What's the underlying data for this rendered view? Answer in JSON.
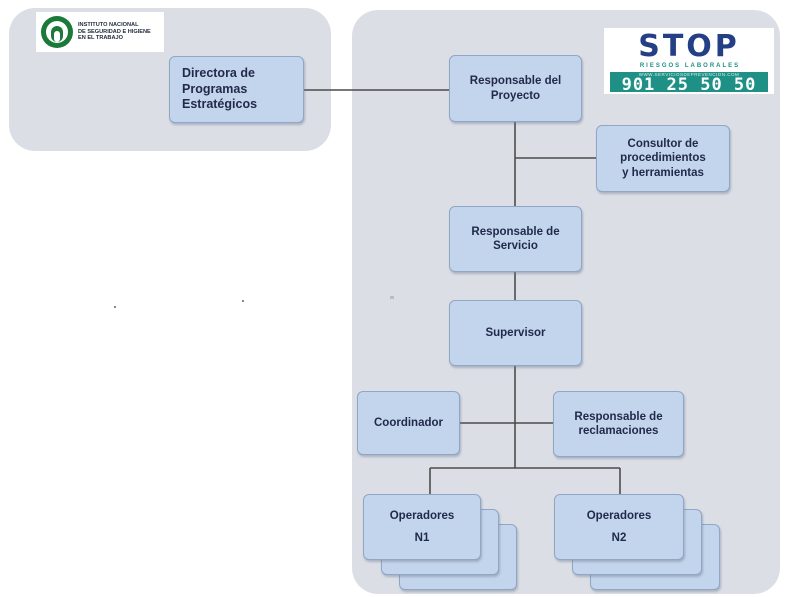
{
  "logos": {
    "insst_text": "INSTITUTO NACIONAL\nDE SEGURIDAD E HIGIENE\nEN EL TRABAJO",
    "stop_title": "STOP",
    "stop_subtitle": "RIESGOS LABORALES",
    "stop_url": "WWW.SERVICIOSDEPREVENCION.COM",
    "stop_phone": "901 25 50 50"
  },
  "org_chart": {
    "directora": [
      "Directora de",
      "Programas",
      "Estratégicos"
    ],
    "responsable_proyecto": [
      "Responsable del",
      "Proyecto"
    ],
    "consultor": [
      "Consultor de",
      "procedimientos",
      "y herramientas"
    ],
    "responsable_servicio": [
      "Responsable de",
      "Servicio"
    ],
    "supervisor": [
      "Supervisor"
    ],
    "coordinador": [
      "Coordinador"
    ],
    "responsable_reclamaciones": [
      "Responsable de",
      "reclamaciones"
    ],
    "operadores_n1": [
      "Operadores",
      "N1"
    ],
    "operadores_n2": [
      "Operadores",
      "N2"
    ]
  },
  "colors": {
    "panel": "#dcdee5",
    "box_fill": "#c3d5ec",
    "box_border": "#8fa6c4",
    "text": "#222a4c",
    "connector": "#4c4c4c",
    "stop_blue": "#243f86",
    "stop_teal": "#1e9085"
  }
}
